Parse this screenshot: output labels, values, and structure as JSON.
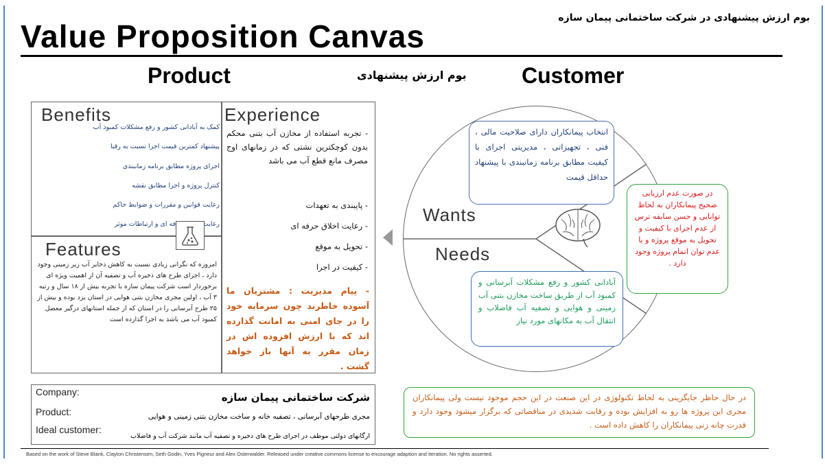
{
  "header": {
    "top_note": "بوم ارزش پیشنهادی در شرکت ساختمانی پیمان سازه",
    "title": "Value Proposition Canvas"
  },
  "sections": {
    "product": "Product",
    "center": "بوم ارزش پیشنهادی",
    "customer": "Customer"
  },
  "benefits": {
    "heading": "Benefits",
    "items": [
      "کمک به آبادانی کشور و رفع مشکلات کمبود آب",
      "پیشنهاد کمترین قیمت اجرا نسبت به رقبا",
      "اجرای پروژه مطابق برنامه زمانبندی",
      "کنترل پروژه و اجرا مطابق نقشه",
      "رعایت قوانین و مقررات و ضوابط حاکم",
      "رعایت اخلاق حرفه ای و ارتباطات موثر"
    ]
  },
  "features": {
    "heading": "Features",
    "text": "امروزه که نگرانی زیادی نسبت به کاهش ذخایر آب زیر زمینی وجود دارد ، اجرای طرح های ذخیره آب و تصفیه آن از اهمیت ویژه ای برخوردار است شرکت پیمان سازه با تجربه بیش از ۱۸ سال و رتبه ۳ آب ، اولین مجری مخازن بتنی هوایی در استان یزد بوده و بیش از ۲۵ طرح آبرسانی را در استان که از جمله استانهای درگیر معضل کمبود آب می باشد به اجرا گذارده است"
  },
  "experience": {
    "heading": "Experience",
    "intro": "- تجربه استفاده از مخازن آب بتنی محکم بدون کوچکترین نشتی که در زمانهای اوج مصرف مانع قطع آب می باشد",
    "items": [
      "- پایبندی به تعهدات",
      "- رعایت اخلاق حرفه ای",
      "- تحویل به موقع",
      "- کیفیت در اجرا"
    ],
    "management": "- پیام مدیریت : مشتریان ما آسوده خاطرند چون سرمایه خود را در جای امنی به امانت گذارده اند که با ارزش افزوده اش در زمان مقرر به آنها باز خواهد گشت ."
  },
  "customer": {
    "wants_label": "Wants",
    "needs_label": "Needs",
    "wants_text": "انتخاب پیمانکاران دارای صلاحیت مالی ، فنی ، تجهیزاتی ، مدیریتی اجرای با کیفیت مطابق برنامه زمانبندی با پیشنهاد حداقل قیمت",
    "needs_text": "آبادانی کشور و رفع مشکلات آبرسانی و کمبود آب از طریق ساخت مخازن بتنی آب زمینی و هوایی و تصفیه آب فاضلاب و انتقال آب به مکانهای مورد نیاز",
    "fears_text": "در صورت عدم ارزیابی صحیح پیمانکاران به لحاظ توانایی و حسن سابقه ترس از عدم اجرای با کیفیت و تحویل به موقع پروژه و یا عدم توان اتمام پروژه وجود دارد ."
  },
  "company_box": {
    "company_label": "Company:",
    "company_value": "شرکت ساختمانی پیمان سازه",
    "product_label": "Product:",
    "product_value": "مجری طرحهای آبرسانی ، تصفیه خانه و ساخت مخازن بتنی زمینی و هوایی",
    "customer_label": "Ideal customer:",
    "customer_value": "ارگانهای دولتی موظف در اجرای طرح های ذخیره و تصفیه آب مانند شرکت آب و فاضلاب"
  },
  "competition_note": "در حال حاظر جایگزینی به لحاظ تکنولوژی در این صنعت در این حجم موجود نیست ولی پیمانکاران مجری این پروژه ها رو به افزایش بوده و رقابت شدیدی در مناقصاتی که برگزار میشود وجود دارد و قدرت چانه زنی پیمانکاران را کاهش داده است .",
  "footer": "Based on the work of Steve Blank, Clayton Christensen, Seth Godin, Yves Pigneur and Alex Osterwalder. Released under creative commons license to encourage adaption and iteration. No rights asserted."
}
